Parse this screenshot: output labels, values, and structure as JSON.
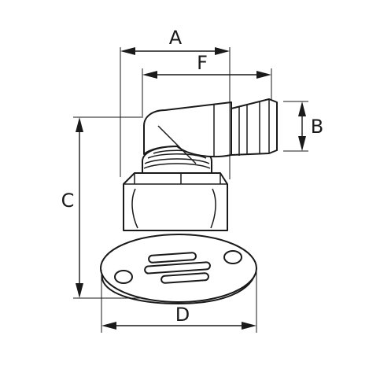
{
  "dimensions": {
    "A": "A",
    "F": "F",
    "B": "B",
    "C": "C",
    "D": "D"
  }
}
